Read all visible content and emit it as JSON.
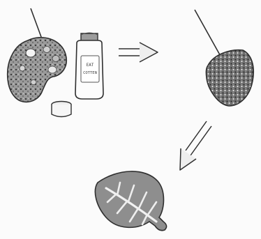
{
  "figure": {
    "steps": [
      {
        "id": "palette-and-paint",
        "icons": [
          "brush-icon",
          "palette-icon",
          "paint-jar-icon",
          "jar-lid-icon"
        ]
      },
      {
        "id": "paint-on-leaf",
        "icons": [
          "brush-icon",
          "leaf-painted-icon"
        ]
      },
      {
        "id": "leaf-print",
        "icons": [
          "leaf-print-icon"
        ]
      }
    ],
    "arrows": [
      "right",
      "down-left"
    ],
    "jar_label": {
      "line1": "EAT",
      "line2": "COTTEN"
    },
    "colors": {
      "ink": "#2f2f2f",
      "shade": "#8a8a8a",
      "light": "#d4d4d4"
    }
  }
}
